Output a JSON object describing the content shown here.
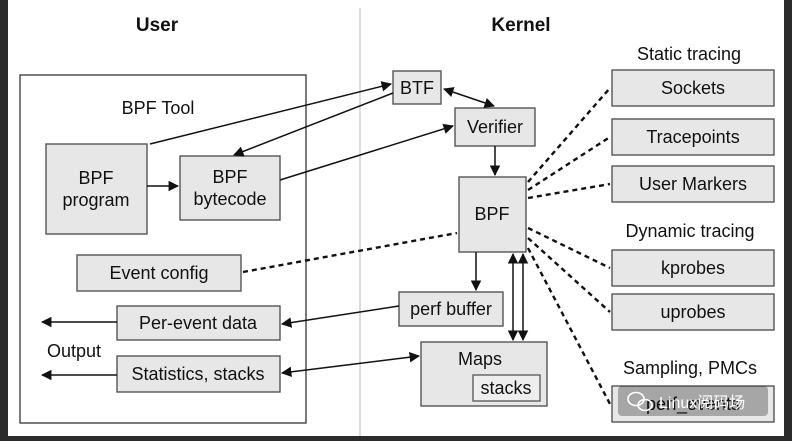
{
  "headers": {
    "user": "User",
    "kernel": "Kernel"
  },
  "tool": {
    "title": "BPF Tool"
  },
  "boxes": {
    "bpf_program": [
      "BPF",
      "program"
    ],
    "bpf_bytecode": [
      "BPF",
      "bytecode"
    ],
    "event_config": "Event config",
    "per_event_data": "Per-event data",
    "statistics_stacks": "Statistics, stacks",
    "btf": "BTF",
    "verifier": "Verifier",
    "bpf": "BPF",
    "perf_buffer": "perf buffer",
    "maps": "Maps",
    "stacks": "stacks"
  },
  "output_label": "Output",
  "sections": {
    "static_tracing": "Static tracing",
    "dynamic_tracing": "Dynamic tracing",
    "sampling": "Sampling, PMCs"
  },
  "sources": {
    "sockets": "Sockets",
    "tracepoints": "Tracepoints",
    "user_markers": "User Markers",
    "kprobes": "kprobes",
    "uprobes": "uprobes",
    "perf_events": "perf_events"
  },
  "watermark": "Linux阅码场",
  "colors": {
    "background": "#2b2b2b",
    "panel": "#ffffff",
    "box_fill": "#e7e7e7",
    "box_stroke": "#555555"
  }
}
